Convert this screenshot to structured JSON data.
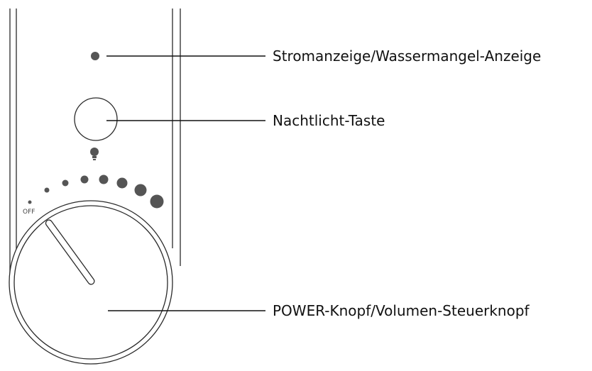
{
  "colors": {
    "outline": "#2a2a2a",
    "indicator": "#555555",
    "leader": "#111111",
    "text": "#111111"
  },
  "off_label": "OFF",
  "icons": {
    "bulb": "lightbulb-icon"
  },
  "callouts": [
    {
      "id": "power-indicator",
      "label": "Stromanzeige/Wassermangel-Anzeige"
    },
    {
      "id": "nightlight-button",
      "label": "Nachtlicht-Taste"
    },
    {
      "id": "power-knob",
      "label": "POWER-Knopf/Volumen-Steuerknopf"
    }
  ]
}
